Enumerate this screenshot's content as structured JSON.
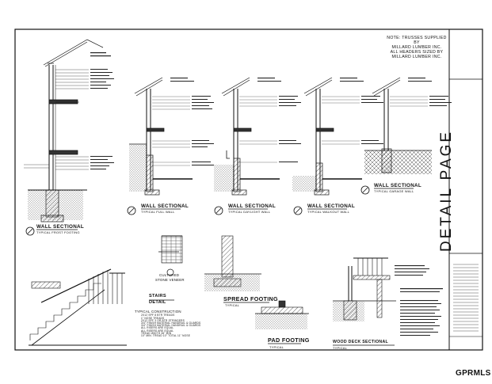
{
  "sheet": {
    "title": "DETAIL PAGE",
    "watermark": "GPRMLS",
    "truss_note": [
      "NOTE: TRUSSES SUPPLIED BY",
      "MILLARD LUMBER INC.",
      "ALL HEADERS SIZED BY",
      "MILLARD LUMBER INC."
    ]
  },
  "details": {
    "frost_footing": {
      "title": "WALL SECTIONAL",
      "subtitle": "TYPICAL FROST FOOTING"
    },
    "full_wall": {
      "title": "WALL SECTIONAL",
      "subtitle": "TYPICAL FULL WALL"
    },
    "daylight_wall": {
      "title": "WALL SECTIONAL",
      "subtitle": "TYPICAL DAYLIGHT WALL"
    },
    "walkout_wall": {
      "title": "WALL SECTIONAL",
      "subtitle": "TYPICAL WALKOUT WALL"
    },
    "garage_wall": {
      "title": "WALL SECTIONAL",
      "subtitle": "TYPICAL GARAGE WALL"
    },
    "stone_veneer": {
      "title": "CULTURED",
      "subtitle": "STONE VENEER"
    },
    "stairs": {
      "title": "STAIRS",
      "subtitle": "DETAIL"
    },
    "typical_construction": {
      "heading": "TYPICAL CONSTRUCTION",
      "lines": [
        "2X12 SPF 8 BTR TREADS",
        "1\" NOSE TREADS",
        "2X12 SPF 3 OR BTR STRINGERS",
        "3/4\" FINISH MATERIAL HANDRAIL & GUARDS",
        "3/4\" FINISH MATERIAL HANDRAIL & GUARDS",
        "ALL RISERS ARE EQUAL",
        "ALL RISERS ARE EQUAL",
        "TREAD WIDTH 36\" MIN",
        "10\" MIN. TREAD 10\" TOTAL 11\" NOSE"
      ]
    },
    "spread_footing": {
      "title": "SPREAD FOOTING",
      "subtitle": "TYPICAL"
    },
    "pad_footing": {
      "title": "PAD FOOTING",
      "subtitle": "TYPICAL"
    },
    "wood_deck": {
      "title": "WOOD DECK SECTIONAL",
      "subtitle": "TYPICAL"
    }
  }
}
